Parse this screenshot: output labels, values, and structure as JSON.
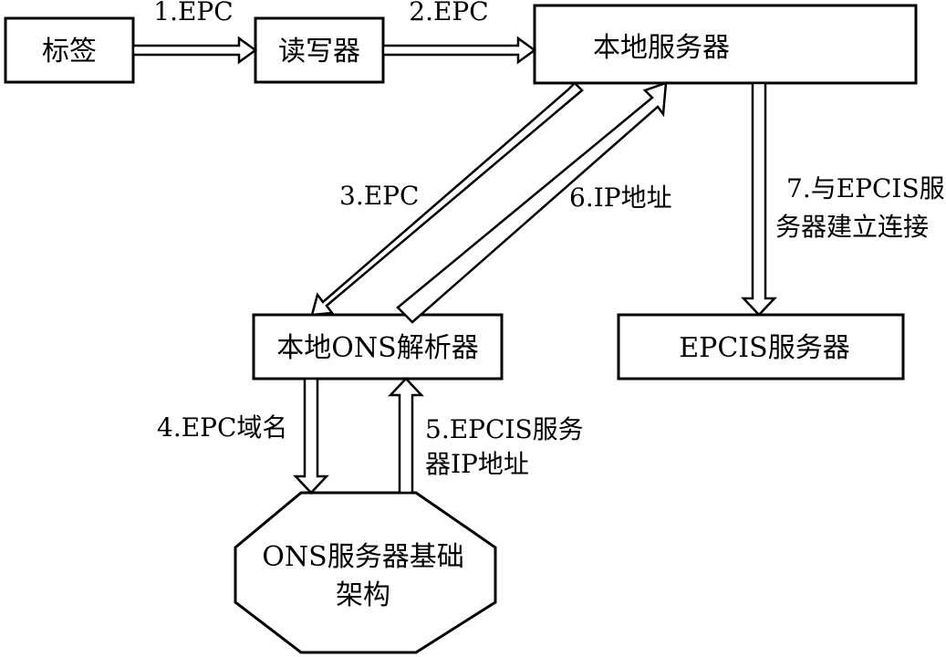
{
  "nodes": {
    "tag": "标签",
    "reader": "读写器",
    "local_server": "本地服务器",
    "ons_resolver": "本地ONS解析器",
    "epcis_server": "EPCIS服务器",
    "ons_infra": [
      "ONS服务器基础",
      "架构"
    ]
  },
  "edges": {
    "e1": "1.EPC",
    "e2": "2.EPC",
    "e3": "3.EPC",
    "e4": "4.EPC域名",
    "e5": [
      "5.EPCIS服务",
      "器IP地址"
    ],
    "e6": "6.IP地址",
    "e7": [
      "7.与EPCIS服",
      "务器建立连接"
    ]
  }
}
